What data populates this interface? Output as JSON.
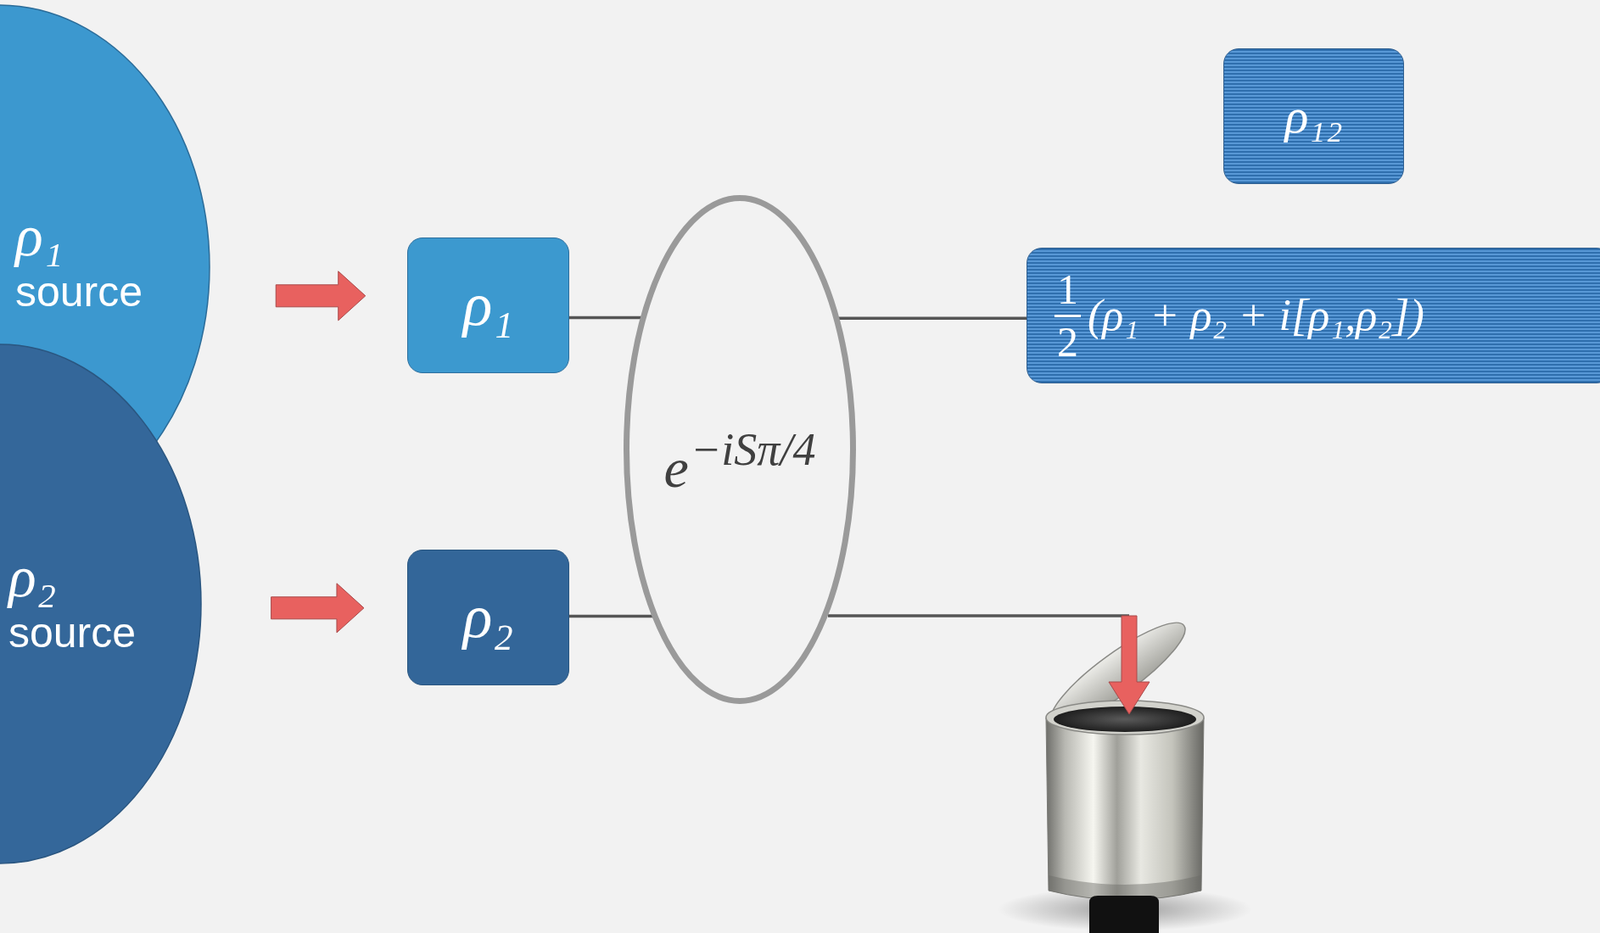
{
  "diagram": {
    "nodes": [
      {
        "text": [
          "ρ₁",
          "source"
        ]
      },
      {
        "text": [
          "ρ₂",
          "source"
        ]
      },
      {
        "text": [
          "ρ₁"
        ]
      },
      {
        "text": [
          "ρ₂"
        ]
      },
      {
        "text": [
          "e",
          "−iSπ/4"
        ]
      },
      {
        "text": [
          "ρ₁₂"
        ]
      },
      {
        "text": [
          "1",
          "2",
          "(ρ₁ + ρ₂ + i[ρ₁,ρ₂])"
        ]
      }
    ],
    "edges": [
      {
        "from": 0,
        "to": 2,
        "arrow": "to"
      },
      {
        "from": 1,
        "to": 3,
        "arrow": "to"
      },
      {
        "from": 2,
        "to": 4,
        "arrow": "none"
      },
      {
        "from": 3,
        "to": 4,
        "arrow": "none"
      },
      {
        "from": 4,
        "to": 6,
        "arrow": "none"
      }
    ]
  }
}
